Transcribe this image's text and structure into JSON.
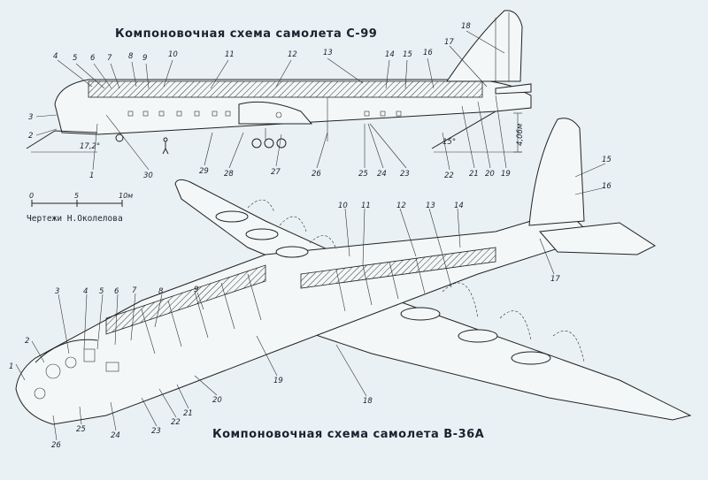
{
  "titles": {
    "c99": "Компоновочная схема самолета С-99",
    "b36a": "Компоновочная схема самолета B-36A"
  },
  "credit": "Чертежи Н.Околелова",
  "scale_bar": {
    "labels": [
      "0",
      "5",
      "10м"
    ]
  },
  "c99": {
    "angle_labels": [
      "17,2°",
      "15°"
    ],
    "dimension_label": "4,06м",
    "callouts": [
      "1",
      "2",
      "3",
      "4",
      "5",
      "6",
      "7",
      "8",
      "9",
      "10",
      "11",
      "12",
      "13",
      "14",
      "15",
      "16",
      "17",
      "18",
      "19",
      "20",
      "21",
      "22",
      "23",
      "24",
      "25",
      "26",
      "27",
      "28",
      "29",
      "30"
    ]
  },
  "b36a": {
    "callouts": [
      "1",
      "2",
      "3",
      "4",
      "5",
      "6",
      "7",
      "8",
      "9",
      "10",
      "11",
      "12",
      "13",
      "14",
      "15",
      "16",
      "17",
      "18",
      "19",
      "20",
      "21",
      "22",
      "23",
      "24",
      "25",
      "26"
    ]
  }
}
